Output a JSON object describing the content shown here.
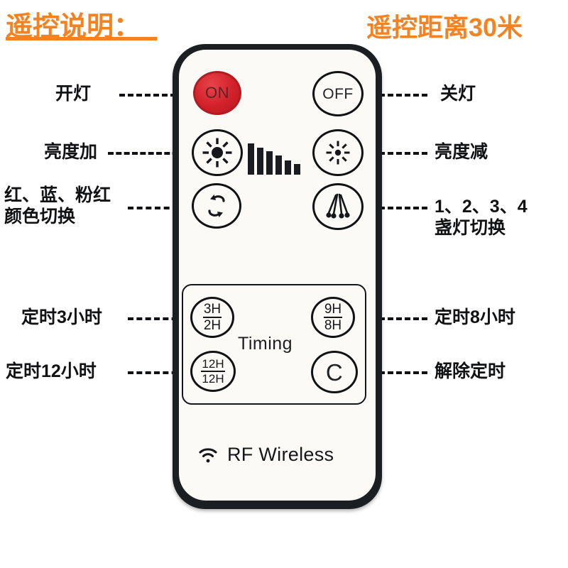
{
  "headings": {
    "left": "遥控说明：",
    "right": "遥控距离30米"
  },
  "remote": {
    "buttons": {
      "on": "ON",
      "off": "OFF",
      "brightness_up_icon": "sun-large-icon",
      "brightness_down_icon": "sun-small-icon",
      "color_cycle_icon": "color-cycle-arrows-icon",
      "lamp_select_icon": "four-lamps-icon",
      "timer_3h": {
        "num": "3H",
        "den": "2H"
      },
      "timer_9h": {
        "num": "9H",
        "den": "8H"
      },
      "timer_12h": {
        "num": "12H",
        "den": "12H"
      },
      "cancel": "C"
    },
    "timing_label": "Timing",
    "footer": {
      "icon": "wifi-icon",
      "text": "RF Wireless"
    },
    "brightness_bar_heights": [
      44,
      38,
      32,
      26,
      20,
      15
    ]
  },
  "callouts": {
    "left": [
      {
        "id": "light-on",
        "text": "开灯"
      },
      {
        "id": "brightness-up",
        "text": "亮度加"
      },
      {
        "id": "color-switch-line1",
        "text": "红、蓝、粉红"
      },
      {
        "id": "color-switch-line2",
        "text": "颜色切换"
      },
      {
        "id": "timer-3-hours",
        "text": "定时3小时"
      },
      {
        "id": "timer-12-hours",
        "text": "定时12小时"
      }
    ],
    "right": [
      {
        "id": "light-off",
        "text": "关灯"
      },
      {
        "id": "brightness-down",
        "text": "亮度减"
      },
      {
        "id": "lamp-count-line1",
        "text": "1、2、3、4"
      },
      {
        "id": "lamp-count-line2",
        "text": "盏灯切换"
      },
      {
        "id": "timer-8-hours",
        "text": "定时8小时"
      },
      {
        "id": "timer-cancel",
        "text": "解除定时"
      }
    ]
  },
  "colors": {
    "accent_orange": "#f58220",
    "on_button_red": "#d8232a",
    "body_dark": "#1c1f22",
    "face_white": "#fbfaf7",
    "ink": "#111214"
  }
}
